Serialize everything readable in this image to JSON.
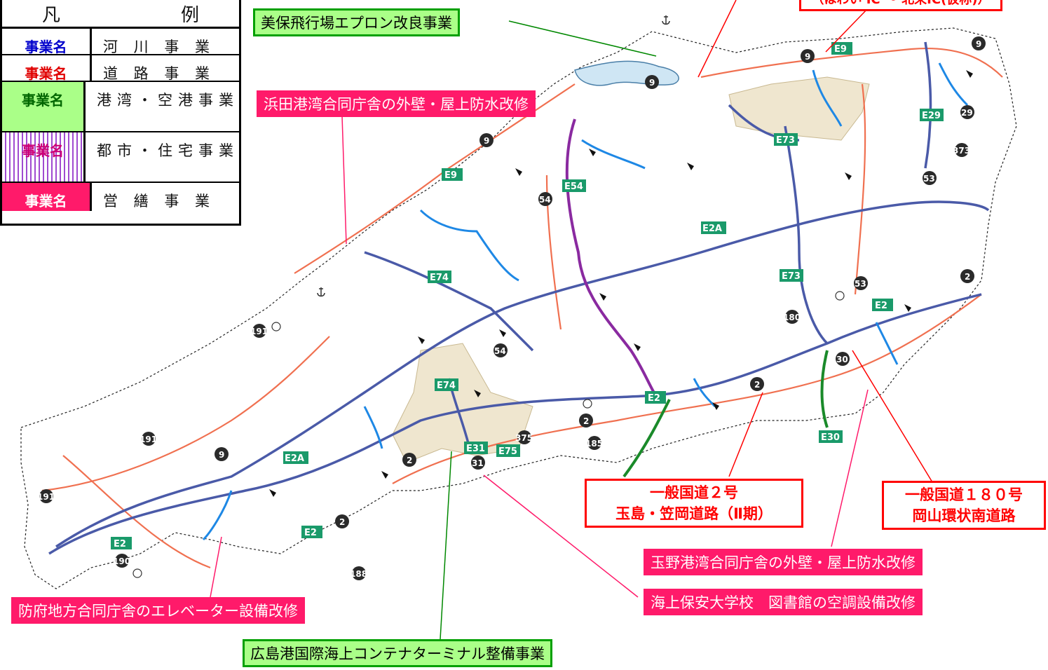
{
  "legend": {
    "title": "凡　　例",
    "rows": [
      {
        "key": "事業名",
        "value": "河 川 事 業",
        "type": "river"
      },
      {
        "key": "事業名",
        "value": "道 路 事 業",
        "type": "road"
      },
      {
        "key": "事業名",
        "value": "港湾・空港事業",
        "type": "port"
      },
      {
        "key": "事業名",
        "value": "都市・住宅事業",
        "type": "city"
      },
      {
        "key": "事業名",
        "value": "営 繕 事 業",
        "type": "building"
      }
    ]
  },
  "projects": {
    "miho_airport": "美保飛行場エプロン改良事業",
    "hamada_office": "浜田港湾合同庁舎の外壁・屋上防水改修",
    "hofu_office": "防府地方合同庁舎のエレベーター設備改修",
    "hiroshima_port": "広島港国際海上コンテナターミナル整備事業",
    "coast_guard_univ": "海上保安大学校　図書館の空調設備改修",
    "tamano_office": "玉野港湾合同庁舎の外壁・屋上防水改修",
    "route2_line1": "一般国道２号",
    "route2_line2": "玉島・笠岡道路（Ⅱ期）",
    "route180_line1": "一般国道１８０号",
    "route180_line2": "岡山環状南道路",
    "top_cut_label": "（はわい IC 〜 北栄IC(仮称)）"
  },
  "expressway_labels": [
    "E9",
    "E9",
    "E29",
    "E73",
    "E54",
    "E2A",
    "E74",
    "E73",
    "E2",
    "E74",
    "E2",
    "E31",
    "E75",
    "E30",
    "E2A",
    "E2",
    "E2"
  ],
  "national_route_labels": [
    "9",
    "9",
    "9",
    "9",
    "9",
    "29",
    "373",
    "53",
    "54",
    "54",
    "53",
    "2",
    "2",
    "2",
    "2",
    "180",
    "191",
    "191",
    "191",
    "375",
    "185",
    "31",
    "190",
    "188",
    "30"
  ],
  "colors": {
    "river": "#1e88e5",
    "national_road": "#f07050",
    "expressway": "#4a5aa8",
    "expressway_shield": "#1a9a6a",
    "route_shield": "#2a2a2a",
    "sea_lake": "#cfe6f4",
    "project_road_green": "#1a8a2a",
    "project_road_purple": "#8a2aa0",
    "city_hatch": "#c8b890",
    "leader_red": "#ff0000",
    "leader_green": "#008800",
    "leader_pink": "#ff1a6a"
  },
  "icons": [
    "anchor-icon",
    "airport-icon",
    "dam-icon"
  ]
}
